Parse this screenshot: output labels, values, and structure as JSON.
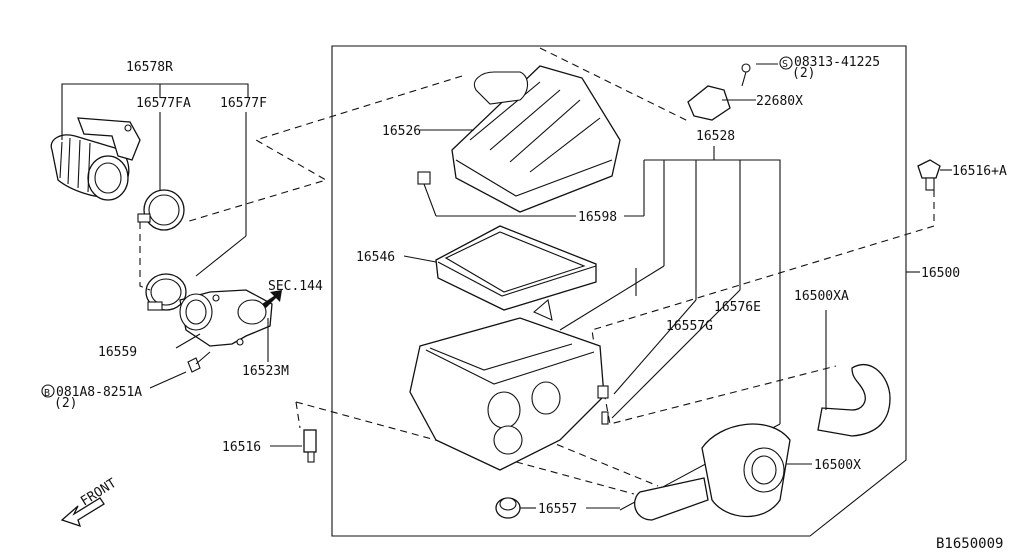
{
  "diagram_id": "B1650009",
  "front_label": "FRONT",
  "callouts": {
    "c16578R": "16578R",
    "c16577FA": "16577FA",
    "c16577F": "16577F",
    "c16559": "16559",
    "c081A8": "081A8-8251A",
    "c081A8_qty": "(2)",
    "c081A8_prefix": "B",
    "c16516": "16516",
    "sec144": "SEC.144",
    "c16523M": "16523M",
    "c16526": "16526",
    "c16546": "16546",
    "c16598": "16598",
    "c16528": "16528",
    "c08313": "08313-41225",
    "c08313_qty": "(2)",
    "c08313_prefix": "S",
    "c22680X": "22680X",
    "c16516A": "16516+A",
    "c16500": "16500",
    "c16500XA": "16500XA",
    "c16576E": "16576E",
    "c16557G": "16557G",
    "c16500X": "16500X",
    "c16557": "16557"
  }
}
